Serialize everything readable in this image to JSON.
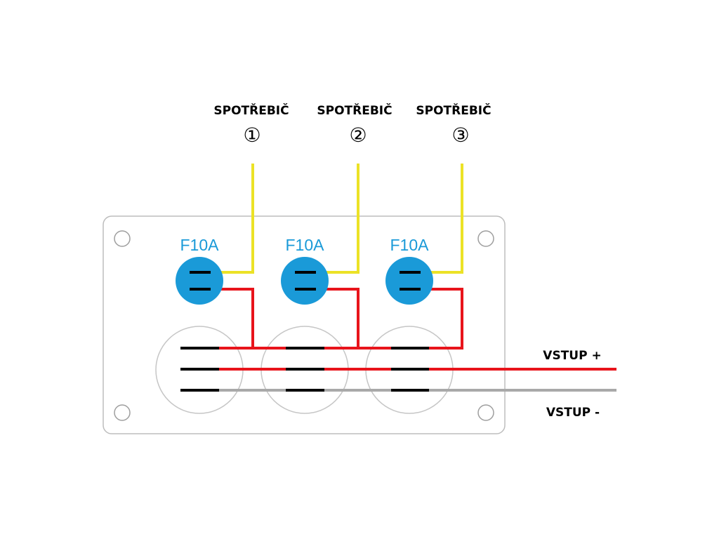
{
  "consumers": [
    {
      "label": "SPOTŘEBIČ",
      "number": "①"
    },
    {
      "label": "SPOTŘEBIČ",
      "number": "②"
    },
    {
      "label": "SPOTŘEBIČ",
      "number": "③"
    }
  ],
  "fuses": [
    {
      "label": "F10A"
    },
    {
      "label": "F10A"
    },
    {
      "label": "F10A"
    }
  ],
  "inputs": {
    "positive": "VSTUP +",
    "negative": "VSTUP -"
  },
  "colors": {
    "positive_wire": "#e8141b",
    "negative_wire": "#a9a9a9",
    "consumer_wire": "#ece226",
    "fuse_body": "#1a9ad8",
    "terminal": "#000000",
    "panel_outline": "#bdbdbd"
  }
}
